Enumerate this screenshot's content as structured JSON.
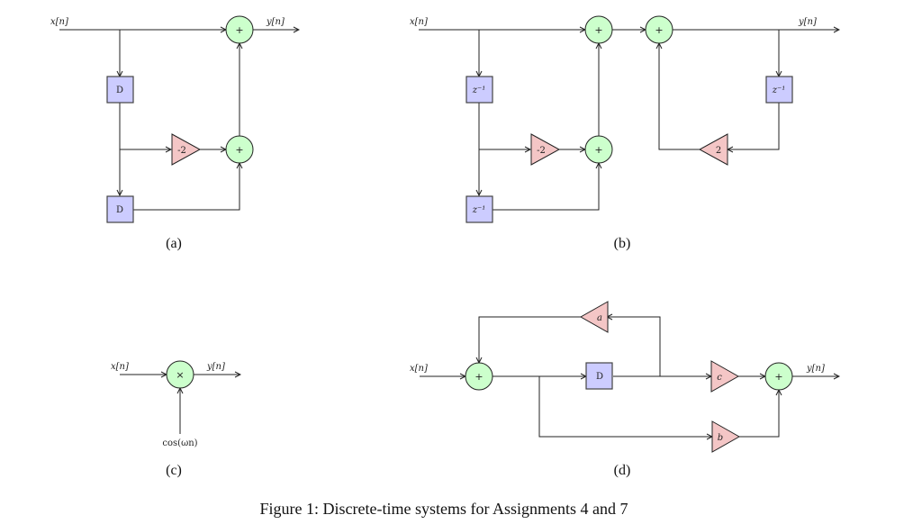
{
  "figure": {
    "caption": "Figure 1: Discrete-time systems for Assignments 4 and 7"
  },
  "diagrams": {
    "a": {
      "sublabel": "(a)",
      "input": "x[n]",
      "output": "y[n]",
      "adder_top": "+",
      "adder_mid": "+",
      "delay1": "D",
      "delay2": "D",
      "gain": "-2"
    },
    "b": {
      "sublabel": "(b)",
      "input": "x[n]",
      "output": "y[n]",
      "adder1": "+",
      "adder2": "+",
      "adder_mid": "+",
      "delay1": "z⁻¹",
      "delay2": "z⁻¹",
      "delay_fb": "z⁻¹",
      "gain_ff": "-2",
      "gain_fb": "2"
    },
    "c": {
      "sublabel": "(c)",
      "input": "x[n]",
      "output": "y[n]",
      "multiplier": "×",
      "modulator": "cos(ωn)"
    },
    "d": {
      "sublabel": "(d)",
      "input": "x[n]",
      "output": "y[n]",
      "adder_in": "+",
      "adder_out": "+",
      "delay": "D",
      "gain_a": "a",
      "gain_b": "b",
      "gain_c": "c"
    }
  }
}
